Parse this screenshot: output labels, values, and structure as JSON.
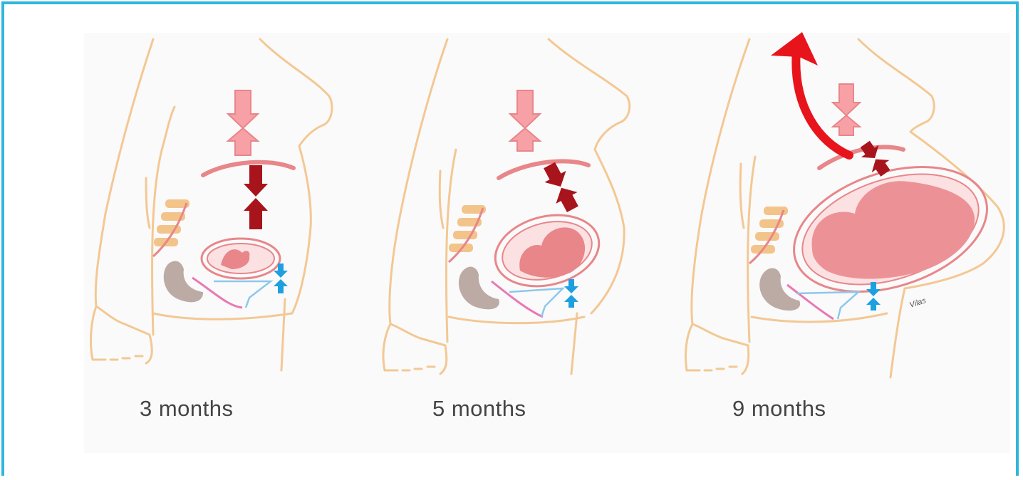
{
  "figure": {
    "stages": [
      {
        "label": "3 months"
      },
      {
        "label": "5 months"
      },
      {
        "label": "9 months"
      }
    ],
    "signature": "Vilas",
    "colors": {
      "border": "#2fb6dc",
      "skin_outline": "#f3c894",
      "uterus": "#e8868a",
      "pink_arrow": "#f7a0a6",
      "dark_arrow": "#a8141b",
      "red_arrow": "#e8141b",
      "blue_arrow": "#1ea0e0",
      "spine": "#f2c489",
      "rectum": "#bcaaa4"
    }
  }
}
